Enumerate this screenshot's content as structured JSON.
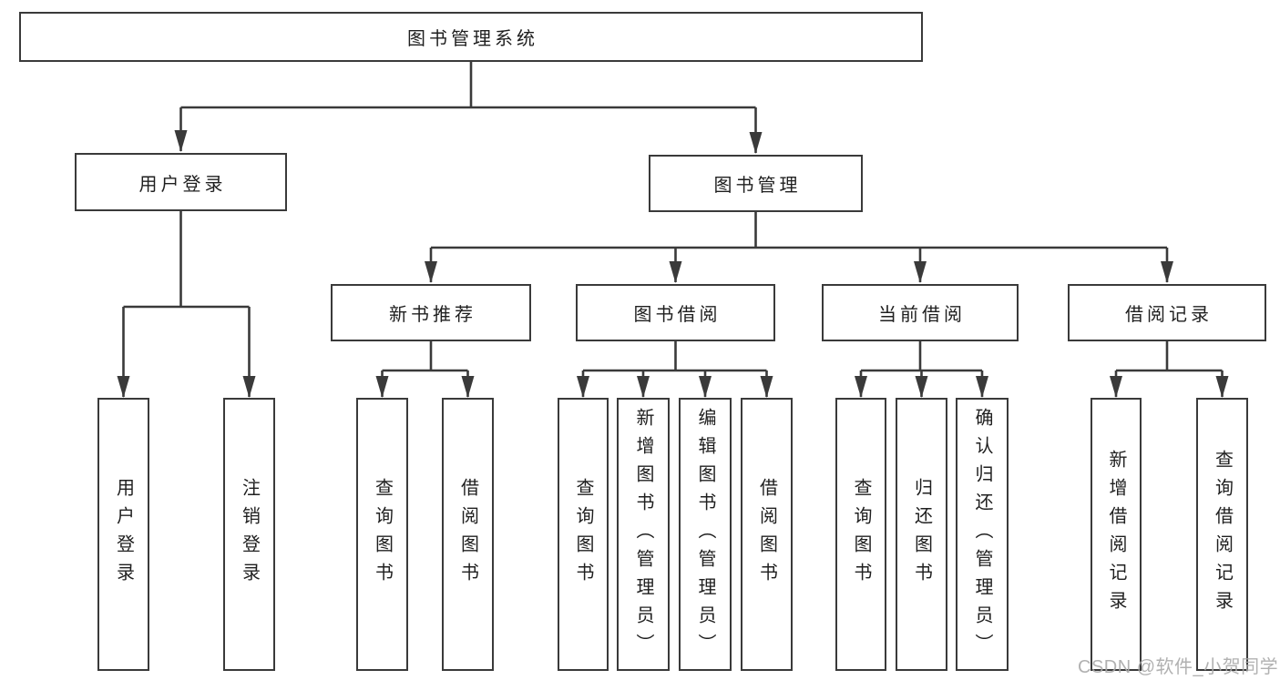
{
  "diagram": {
    "root": {
      "label": "图书管理系统"
    },
    "branches": [
      {
        "label": "用户登录",
        "leaves": [
          {
            "label": "用户登录"
          },
          {
            "label": "注销登录"
          }
        ]
      },
      {
        "label": "图书管理",
        "groups": [
          {
            "label": "新书推荐",
            "leaves": [
              {
                "label": "查询图书"
              },
              {
                "label": "借阅图书"
              }
            ]
          },
          {
            "label": "图书借阅",
            "leaves": [
              {
                "label": "查询图书"
              },
              {
                "label": "新增图书（管理员）"
              },
              {
                "label": "编辑图书（管理员）"
              },
              {
                "label": "借阅图书"
              }
            ]
          },
          {
            "label": "当前借阅",
            "leaves": [
              {
                "label": "查询图书"
              },
              {
                "label": "归还图书"
              },
              {
                "label": "确认归还（管理员）"
              }
            ]
          },
          {
            "label": "借阅记录",
            "leaves": [
              {
                "label": "新增借阅记录"
              },
              {
                "label": "查询借阅记录"
              }
            ]
          }
        ]
      }
    ]
  },
  "watermark": {
    "text": "CSDN @软件_小贺同学",
    "color": "#a9a9a9"
  },
  "colors": {
    "line": "#3a3a3a",
    "text": "#1f1f1f",
    "background": "#ffffff"
  }
}
